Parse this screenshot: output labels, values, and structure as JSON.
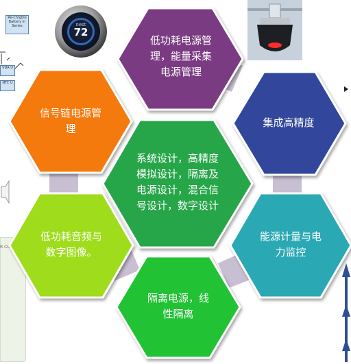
{
  "hexagons": [
    {
      "id": "top",
      "text": "低功耗电源管理，能量采集电源管理",
      "color": "#7a3b82"
    },
    {
      "id": "upper-right",
      "text": "集成高精度",
      "color": "#33479c"
    },
    {
      "id": "upper-left",
      "text": "信号链电源管理",
      "color": "#f57a10"
    },
    {
      "id": "center",
      "text": "系统设计，高精度模拟设计，隔离及电源设计，混合信号设计，数字设计",
      "color": "#27a64a"
    },
    {
      "id": "lower-right",
      "text": "能源计量与电力监控",
      "color": "#2aa8b4"
    },
    {
      "id": "lower-left",
      "text": "低功耗音频与数字图像。",
      "color": "#9fdc1c"
    },
    {
      "id": "bottom",
      "text": "隔离电源，线性隔离",
      "color": "#23c236"
    }
  ],
  "labels": {
    "top_1": "低功耗电源管",
    "top_2": "理，能量采集",
    "top_3": "电源管理",
    "upper_right_1": "集成高精度",
    "upper_left_1": "信号链电源管",
    "upper_left_2": "理",
    "center_1": "系统设计，高精度",
    "center_2": "模拟设计，隔离及",
    "center_3": "电源设计，混合信",
    "center_4": "号设计，数字设计",
    "lower_right_1": "能源计量与电",
    "lower_right_2": "力监控",
    "lower_left_1": "低功耗音频与",
    "lower_left_2": "数字图像。",
    "bottom_1": "隔离电源，线",
    "bottom_2": "性隔离"
  },
  "thermostat": {
    "brand": "nest",
    "value": "72"
  },
  "schematic": {
    "block_1": "Re-Chrgble Battery in Series",
    "block_2": "VDA U",
    "block_3": "NTC U"
  },
  "side_panel_text": "R CO",
  "colors": {
    "connector": "#c8bfd2",
    "arrow": "#2e4e96"
  }
}
